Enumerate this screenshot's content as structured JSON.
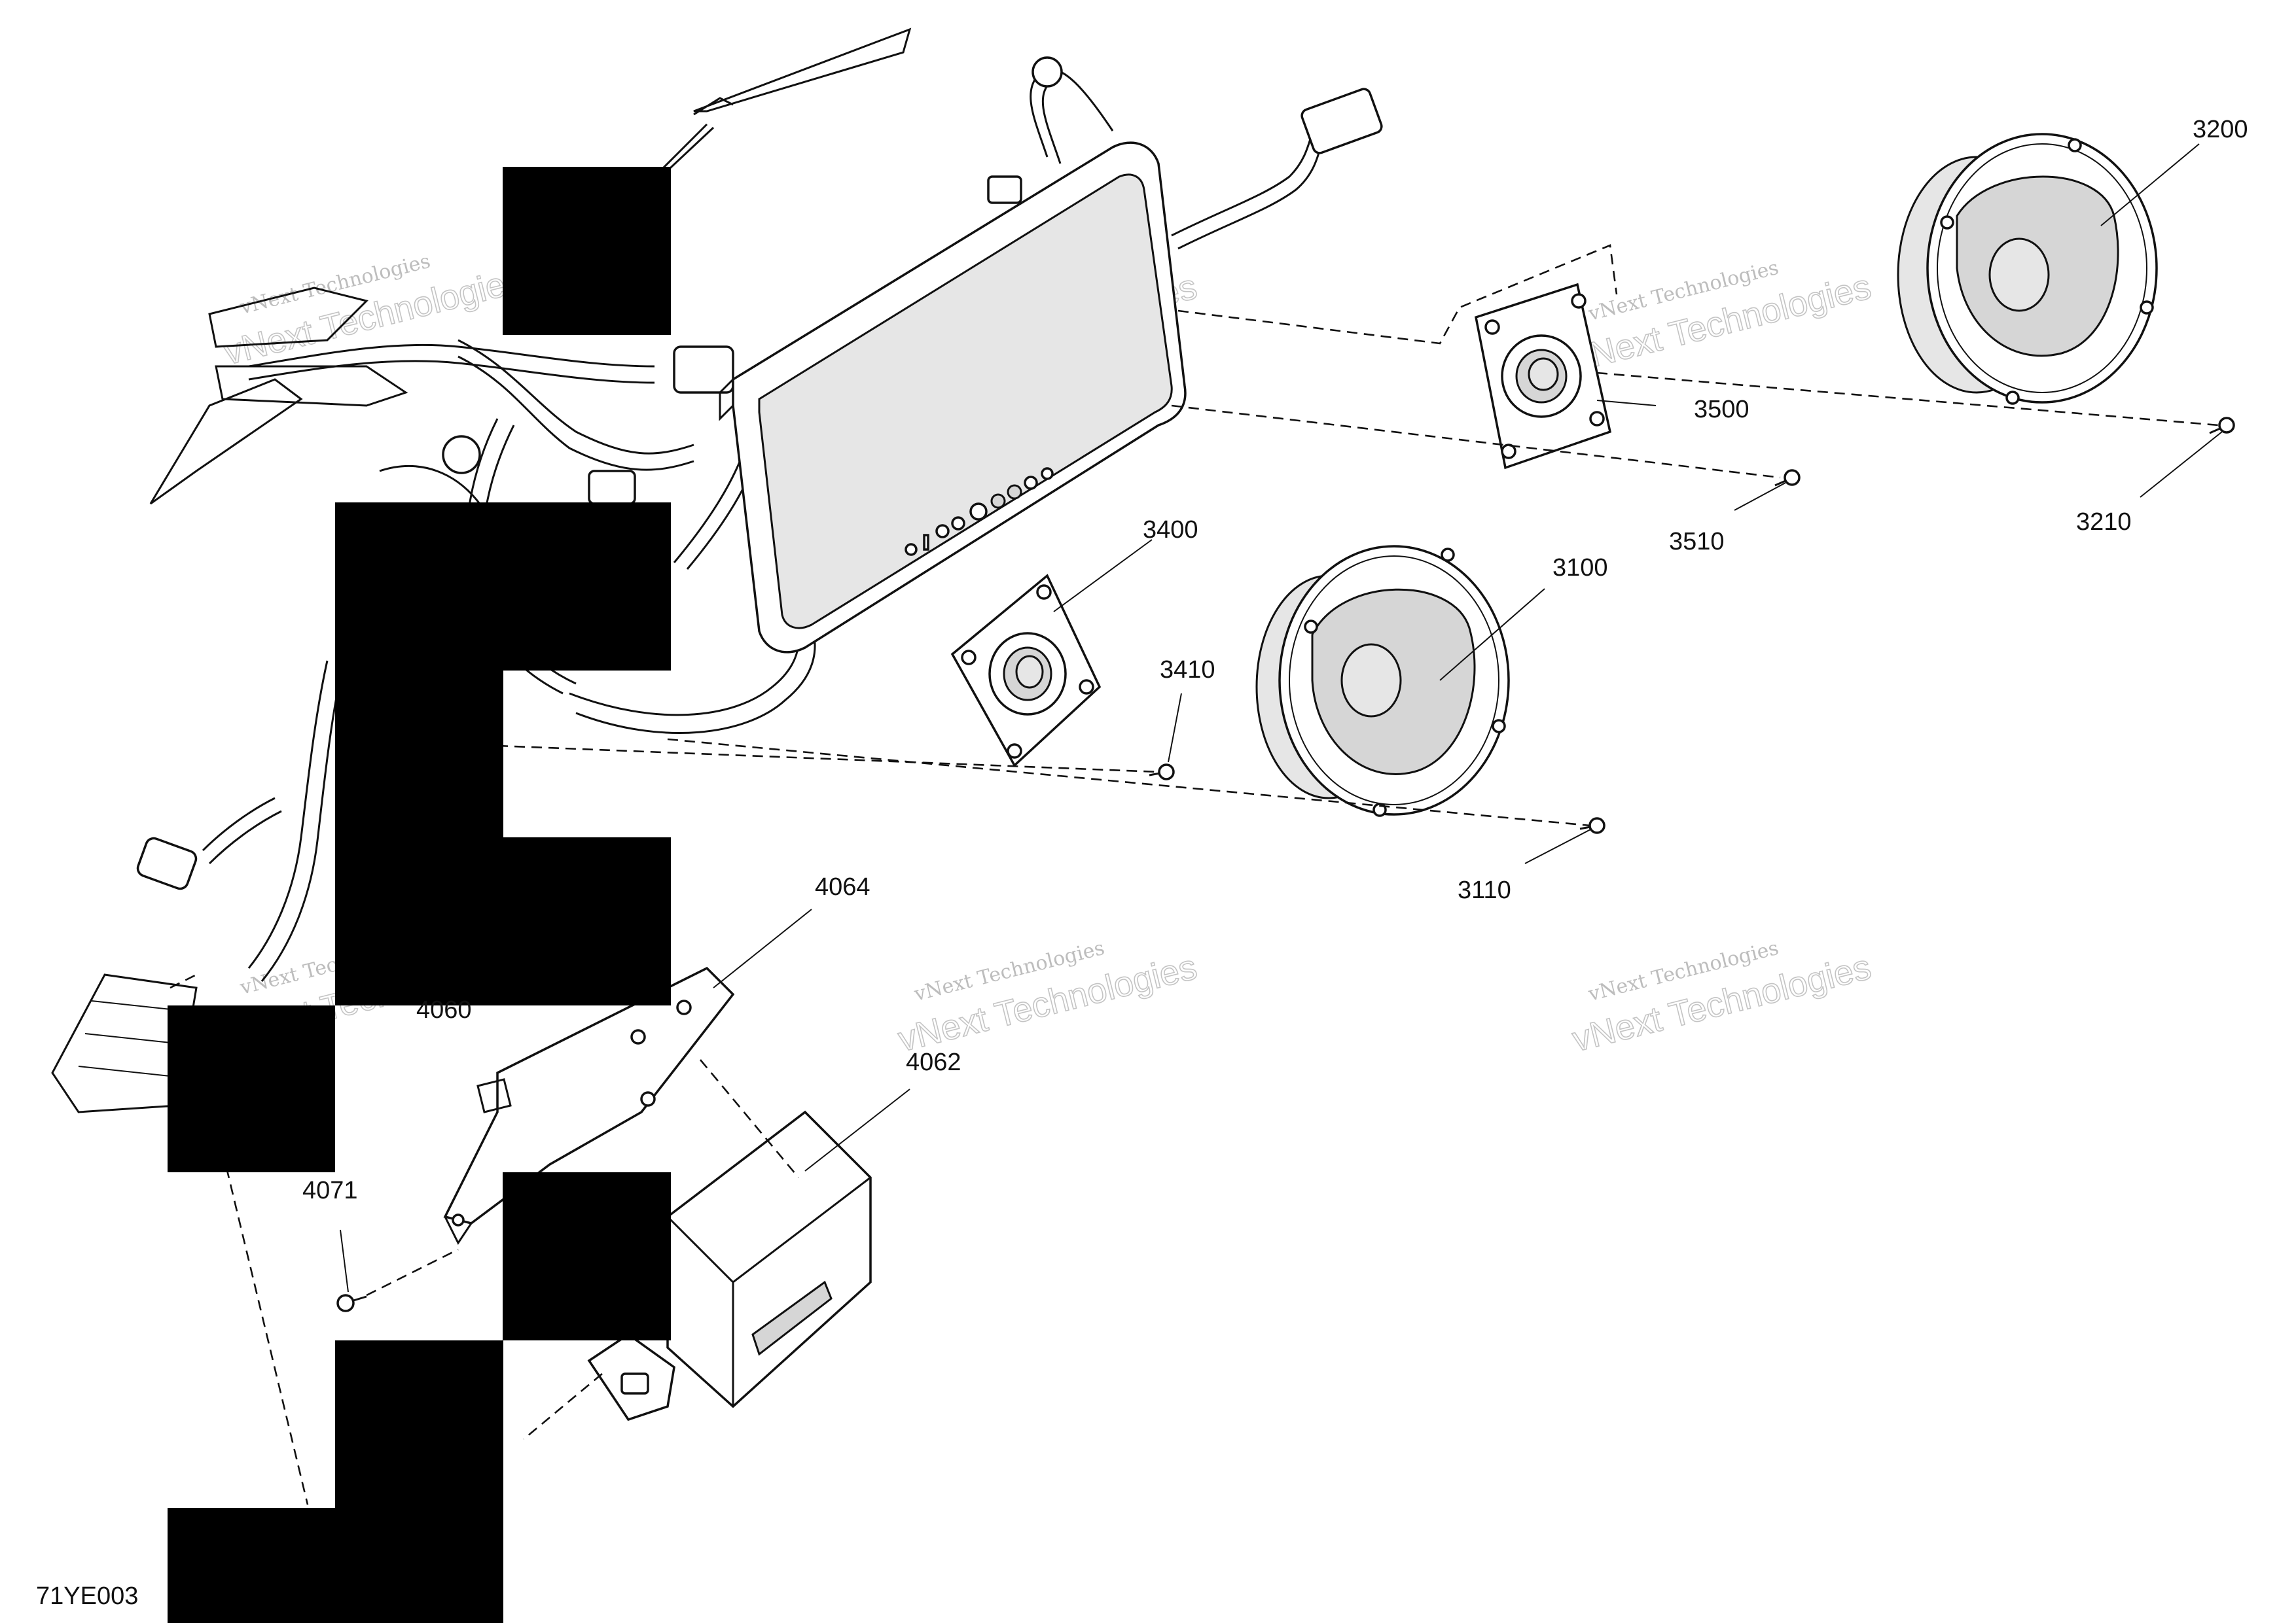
{
  "diagram": {
    "figure_id": "71YE003",
    "callouts": [
      "3200",
      "3500",
      "3510",
      "3210",
      "3400",
      "3100",
      "3410",
      "3110",
      "4064",
      "4060",
      "4062",
      "4071"
    ],
    "watermark": {
      "line1": "vNext Technologies",
      "line2": "vNext Technologies"
    },
    "colors": {
      "line": "#111111",
      "fill": "#d6d6d6",
      "redaction": "#000000",
      "watermark": "#c4c4c4"
    }
  }
}
